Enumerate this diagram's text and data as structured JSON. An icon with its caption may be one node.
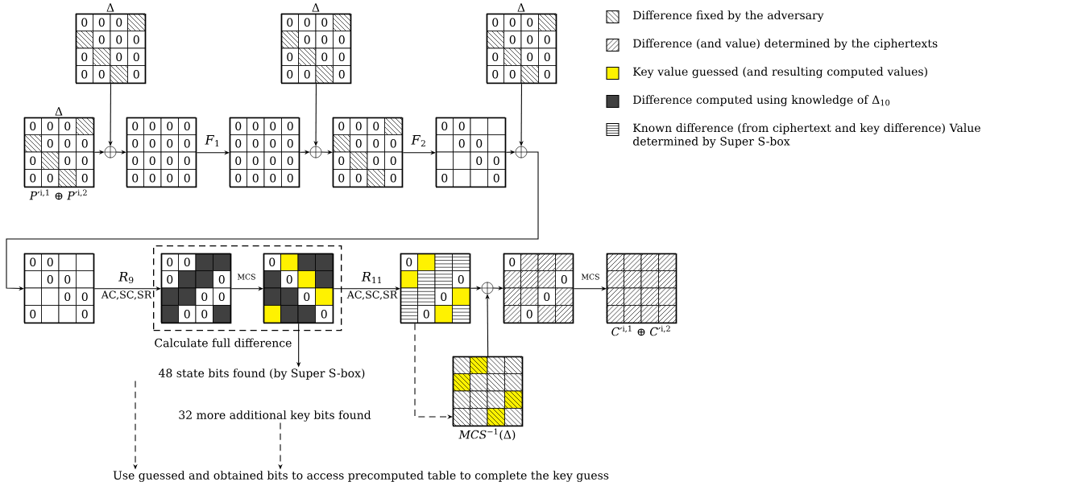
{
  "diagram": {
    "nodes": [
      {
        "text": [
          "Δ",
          "0",
          "0",
          "0",
          "0",
          "0",
          "0",
          "0",
          "0",
          "0",
          "0",
          "0",
          "0"
        ]
      },
      {
        "text": [
          "Δ",
          "0",
          "0",
          "0",
          "0",
          "0",
          "0",
          "0",
          "0",
          "0",
          "0",
          "0",
          "0"
        ],
        "beside": [
          "*P*′$^{i,1}$ ⊕ *P*′$^{i,2}$"
        ]
      },
      {
        "text": [],
        "shape": "circle"
      },
      {
        "text": [
          "0",
          "0",
          "0",
          "0",
          "0",
          "0",
          "0",
          "0",
          "0",
          "0",
          "0",
          "0",
          "0",
          "0",
          "0",
          "0"
        ]
      },
      {
        "text": [
          "0",
          "0",
          "0",
          "0",
          "0",
          "0",
          "0",
          "0",
          "0",
          "0",
          "0",
          "0",
          "0",
          "0",
          "0",
          "0"
        ]
      },
      {
        "text": [
          "Δ",
          "0",
          "0",
          "0",
          "0",
          "0",
          "0",
          "0",
          "0",
          "0",
          "0",
          "0",
          "0"
        ]
      },
      {
        "text": [],
        "shape": "circle"
      },
      {
        "text": [
          "0",
          "0",
          "0",
          "0",
          "0",
          "0",
          "0",
          "0",
          "0",
          "0",
          "0",
          "0"
        ]
      },
      {
        "text": [
          "0",
          "0",
          "0",
          "0",
          "0",
          "0",
          "0",
          "0"
        ]
      },
      {
        "text": [
          "Δ",
          "0",
          "0",
          "0",
          "0",
          "0",
          "0",
          "0",
          "0",
          "0",
          "0",
          "0",
          "0"
        ]
      },
      {
        "text": [],
        "shape": "circle"
      },
      {
        "text": [
          "0",
          "0",
          "0",
          "0",
          "0",
          "0",
          "0",
          "0"
        ]
      },
      {
        "text": [
          "Calculate full difference"
        ]
      },
      {
        "text": [
          "0",
          "0",
          "0",
          "0",
          "0",
          "0",
          "0",
          "0"
        ],
        "in": 12
      },
      {
        "text": [
          "0",
          "0",
          "0",
          "0"
        ],
        "in": 12
      },
      {
        "text": [
          "0",
          "0",
          "0",
          "0"
        ]
      },
      {
        "text": [],
        "shape": "circle"
      },
      {
        "text": [
          "0",
          "0",
          "0",
          "0"
        ]
      },
      {
        "text": [],
        "shape": "box",
        "beside": [
          "*C*′$^{i,1}$ ⊕ *C*′$^{i,2}$"
        ]
      },
      {
        "text": [],
        "shape": "box",
        "beside": [
          "*MCS*$^{−1}$(Δ)"
        ]
      },
      {
        "text": [
          "48 state bits found (by Super S-box)"
        ]
      },
      {
        "text": [
          "32 more additional key bits found"
        ]
      },
      {
        "text": [
          "Use guessed and obtained bits to access precomputed table to complete the key guess"
        ]
      }
    ],
    "edges": [
      {
        "from": 0,
        "to": 2,
        "arrow": "to"
      },
      {
        "from": 1,
        "to": 2,
        "arrow": "to"
      },
      {
        "from": 2,
        "to": 3,
        "arrow": "to"
      },
      {
        "from": 3,
        "to": 4,
        "arrow": "to",
        "label": "*F*$_{1}$"
      },
      {
        "from": 4,
        "to": 6,
        "arrow": "to"
      },
      {
        "from": 5,
        "to": 6,
        "arrow": "to"
      },
      {
        "from": 6,
        "to": 7,
        "arrow": "to"
      },
      {
        "from": 7,
        "to": 8,
        "arrow": "to",
        "label": "*F*$_{2}$"
      },
      {
        "from": 8,
        "to": 10,
        "arrow": "to"
      },
      {
        "from": 9,
        "to": 10,
        "arrow": "to"
      },
      {
        "from": 10,
        "to": 11,
        "arrow": "to"
      },
      {
        "from": 11,
        "to": 13,
        "arrow": "to",
        "label": "*R*$_{9}$"
      },
      {
        "from": 13,
        "to": 14,
        "arrow": "to",
        "label": "MCS"
      },
      {
        "from": 14,
        "to": 15,
        "arrow": "to",
        "label": "*R*$_{11}$"
      },
      {
        "from": 15,
        "to": 16,
        "arrow": "to"
      },
      {
        "from": 19,
        "to": 16,
        "arrow": "to"
      },
      {
        "from": 16,
        "to": 17,
        "arrow": "to"
      },
      {
        "from": 17,
        "to": 18,
        "arrow": "to",
        "label": "MCS"
      },
      {
        "from": 14,
        "to": 20,
        "arrow": "to"
      },
      {
        "from": 20,
        "to": 22,
        "arrow": "to",
        "style": "dashed"
      },
      {
        "from": 21,
        "to": 22,
        "arrow": "to",
        "style": "dashed"
      },
      {
        "from": 15,
        "to": 19,
        "arrow": "to",
        "style": "dashed"
      }
    ],
    "labels": [
      "AC,SC,SR",
      "AC,SC,SR"
    ],
    "legend": [
      {
        "text": "Difference fixed by the adversary"
      },
      {
        "text": "Difference (and value) determined by the ciphertexts"
      },
      {
        "text": "Key value guessed (and resulting computed values)",
        "color": "#fff200"
      },
      {
        "text": "Difference computed using knowledge of Δ$_{10}$",
        "color": "#404040"
      },
      {
        "text": "Known difference (from ciphertext and key difference) Value determined by Super S-box"
      }
    ]
  }
}
